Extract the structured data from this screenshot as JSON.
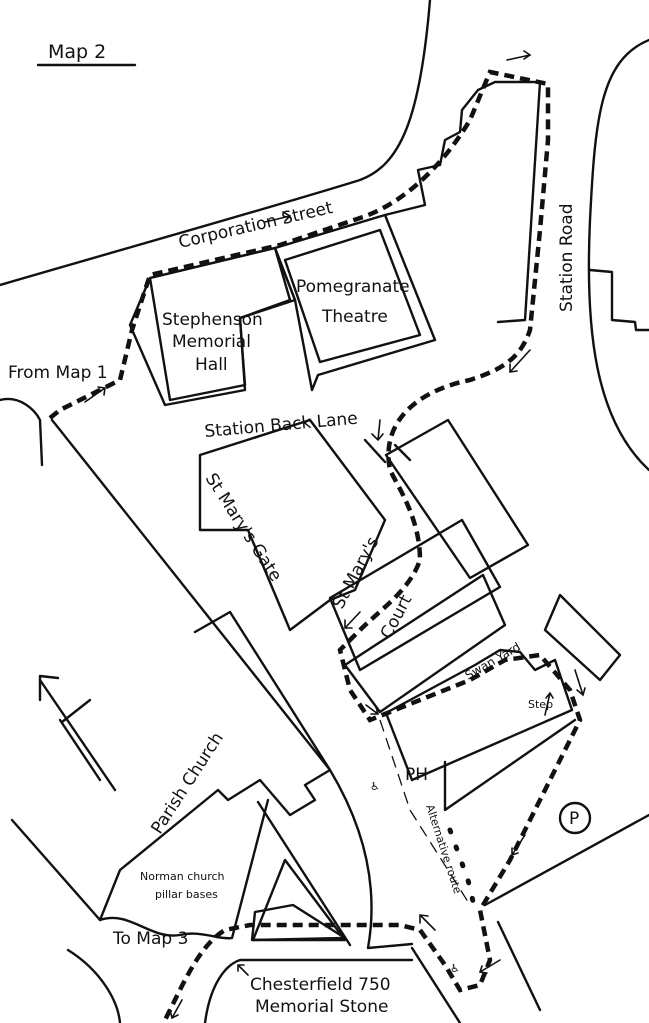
{
  "title": "Map 2",
  "streets": {
    "corporation_street": "Corporation Street",
    "station_road": "Station Road",
    "station_back_lane": "Station Back Lane",
    "st_marys_gate": "St Mary's Gate",
    "st_marys_court_line1": "St Mary's",
    "st_marys_court_line2": "Court",
    "swan_yard": "Swan Yard"
  },
  "buildings": {
    "stephenson_line1": "Stephenson",
    "stephenson_line2": "Memorial",
    "stephenson_line3": "Hall",
    "pomegranate_line1": "Pomegranate",
    "pomegranate_line2": "Theatre",
    "parish_church": "Parish Church",
    "pub": "PH"
  },
  "annotations": {
    "from_map_1": "From Map 1",
    "to_map_3": "To Map 3",
    "step": "Step",
    "norman_line1": "Norman church",
    "norman_line2": "pillar bases",
    "alternative_route": "Alternative route",
    "memorial_line1": "Chesterfield 750",
    "memorial_line2": "Memorial Stone",
    "parking": "P",
    "accessible_symbol": "♿"
  }
}
